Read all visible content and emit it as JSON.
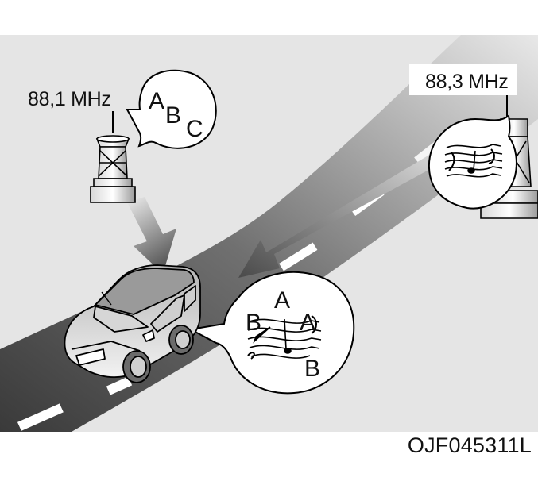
{
  "illustration": {
    "left_station": {
      "frequency": "88,1 MHz",
      "bubble_letters": [
        "A",
        "B",
        "C"
      ]
    },
    "right_station": {
      "frequency": "88,3 MHz"
    },
    "car_bubble_letters": [
      "A",
      "B",
      "A",
      "B"
    ],
    "figure_code": "OJF045311L"
  },
  "colors": {
    "background_panel": "#e5e5e5",
    "road_dark": "#4a4a4a",
    "outline": "#000000"
  },
  "icons": [
    "radio-tower-icon",
    "car-icon",
    "music-staff-icon"
  ]
}
